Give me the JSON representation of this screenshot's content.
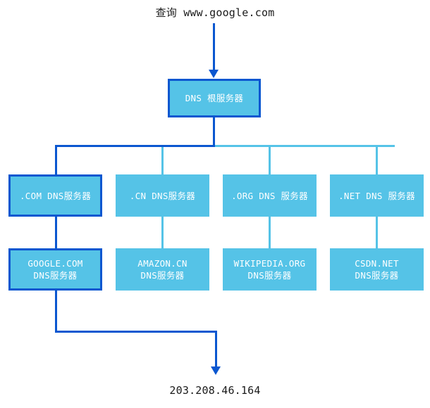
{
  "diagram": {
    "title_query": "查询 www.google.com",
    "result_ip": "203.208.46.164",
    "colors": {
      "node_fill": "#55c3e7",
      "highlight_stroke": "#0b57d0",
      "light_connector": "#55c3e7",
      "text_on_node": "#ffffff",
      "label_text": "#1a1a1a",
      "background": "#ffffff"
    },
    "root": {
      "label": "DNS 根服务器",
      "highlighted": true
    },
    "tld_level": [
      {
        "label": ".COM DNS服务器",
        "highlighted": true
      },
      {
        "label": ".CN DNS服务器",
        "highlighted": false
      },
      {
        "label": ".ORG DNS 服务器",
        "highlighted": false
      },
      {
        "label": ".NET DNS 服务器",
        "highlighted": false
      }
    ],
    "authoritative_level": [
      {
        "label": "GOOGLE.COM\nDNS服务器",
        "highlighted": true
      },
      {
        "label": "AMAZON.CN\nDNS服务器",
        "highlighted": false
      },
      {
        "label": "WIKIPEDIA.ORG\nDNS服务器",
        "highlighted": false
      },
      {
        "label": "CSDN.NET\nDNS服务器",
        "highlighted": false
      }
    ]
  }
}
